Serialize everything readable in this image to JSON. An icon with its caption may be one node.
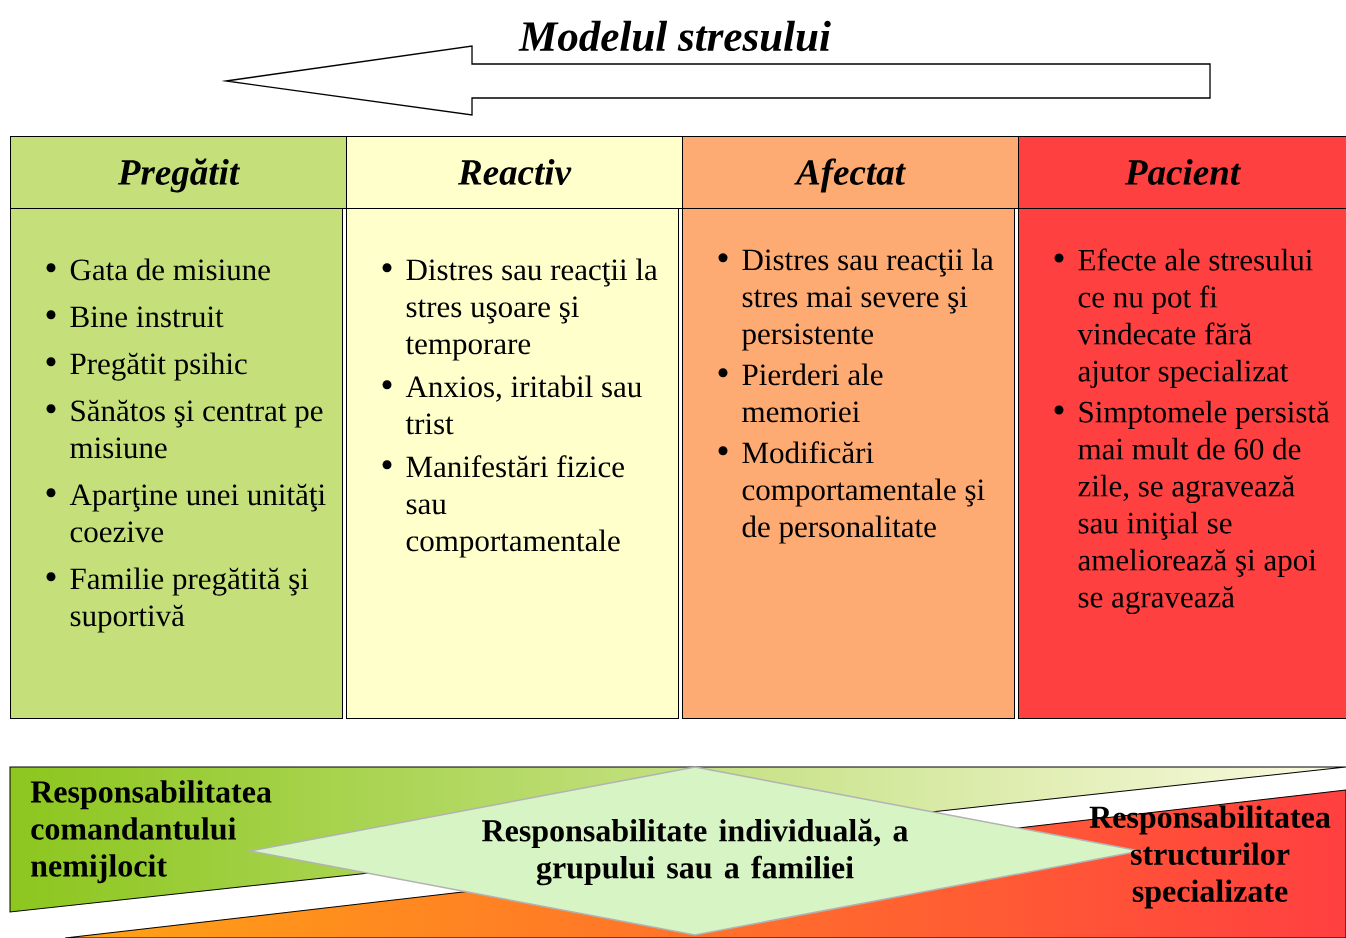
{
  "diagram": {
    "title": "Modelul stresului",
    "nodes": [
      {
        "text": [
          "Pregătit"
        ]
      },
      {
        "text": [
          "Gata de misiune",
          "Bine instruit",
          "Pregătit psihic",
          "Sănătos şi centrat pe misiune",
          "Aparţine unei unităţi coezive",
          "Familie pregătită şi suportivă"
        ]
      },
      {
        "text": [
          "Reactiv"
        ]
      },
      {
        "text": [
          "Distres sau reacţii la stres uşoare şi temporare",
          "Anxios, iritabil sau trist",
          "Manifestări fizice sau comportamentale"
        ]
      },
      {
        "text": [
          "Afectat"
        ]
      },
      {
        "text": [
          "Distres sau reacţii la stres mai severe şi persistente",
          "Pierderi ale memoriei",
          "Modificări comportamentale şi de personalitate"
        ]
      },
      {
        "text": [
          "Pacient"
        ]
      },
      {
        "text": [
          "Efecte ale stresului ce nu pot fi vindecate fără ajutor specializat",
          "Simptomele persistă mai mult de 60 de zile, se agravează sau iniţial se ameliorează şi apoi se agravează"
        ]
      },
      {
        "text": [
          "Responsabilitatea comandantului nemijlocit"
        ]
      },
      {
        "text": [
          "Responsabilitatea structurilor specializate"
        ]
      },
      {
        "text": [
          "Responsabilitate individuală, a grupului sau a familiei"
        ]
      }
    ],
    "edges": []
  }
}
